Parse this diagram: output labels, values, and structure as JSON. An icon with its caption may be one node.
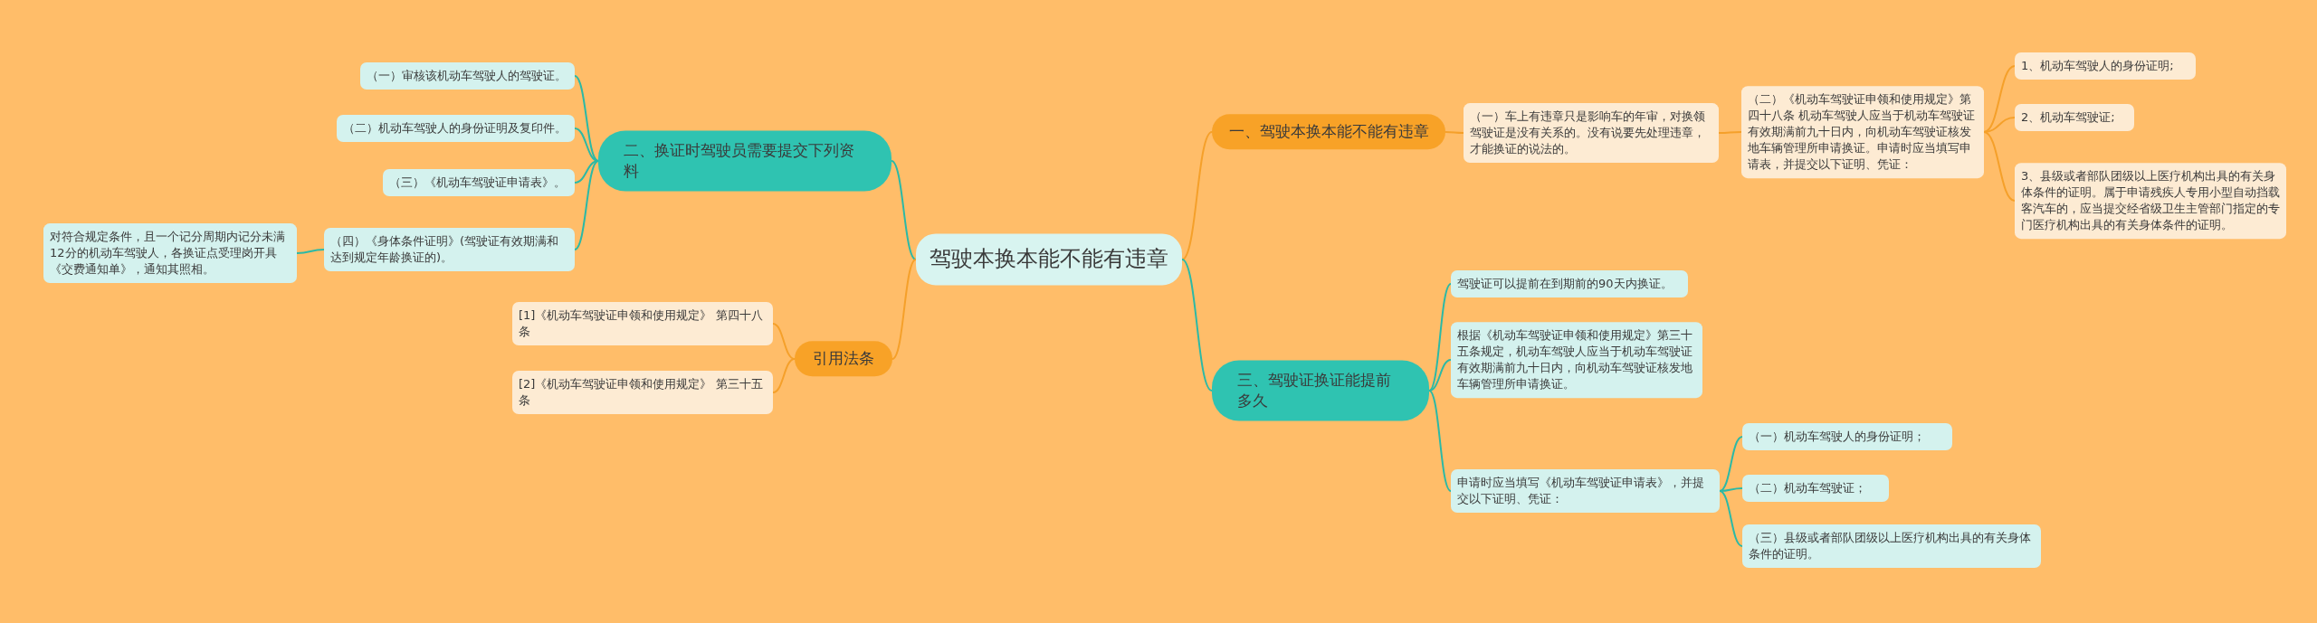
{
  "diagram": {
    "nodes": [
      {
        "text": [
          "驾驶本换本能不能有违章"
        ]
      },
      {
        "text": [
          "一、驾驶本换本能不能有违章"
        ]
      },
      {
        "text": [
          "（一）车上有违章只是影响车的年审，对换领驾驶证是没有关系的。没有说要先处理违章，才能换证的说法的。"
        ]
      },
      {
        "text": [
          "（二）《机动车驾驶证申领和使用规定》第四十八条 机动车驾驶人应当于机动车驾驶证有效期满前九十日内，向机动车驾驶证核发地车辆管理所申请换证。申请时应当填写申请表，并提交以下证明、凭证："
        ]
      },
      {
        "text": [
          "1、机动车驾驶人的身份证明;"
        ]
      },
      {
        "text": [
          "2、机动车驾驶证;"
        ]
      },
      {
        "text": [
          "3、县级或者部队团级以上医疗机构出具的有关身体条件的证明。属于申请残疾人专用小型自动挡载客汽车的，应当提交经省级卫生主管部门指定的专门医疗机构出具的有关身体条件的证明。"
        ]
      },
      {
        "text": [
          "二、换证时驾驶员需要提交下列资料"
        ]
      },
      {
        "text": [
          "（一）审核该机动车驾驶人的驾驶证。"
        ]
      },
      {
        "text": [
          "（二）机动车驾驶人的身份证明及复印件。"
        ]
      },
      {
        "text": [
          "（三）《机动车驾驶证申请表》。"
        ]
      },
      {
        "text": [
          "（四）《身体条件证明》(驾驶证有效期满和达到规定年龄换证的)。"
        ]
      },
      {
        "text": [
          "对符合规定条件，且一个记分周期内记分未满12分的机动车驾驶人，各换证点受理岗开具《交费通知单》，通知其照相。"
        ]
      },
      {
        "text": [
          "引用法条"
        ]
      },
      {
        "text": [
          "[1]《机动车驾驶证申领和使用规定》 第四十八条"
        ]
      },
      {
        "text": [
          "[2]《机动车驾驶证申领和使用规定》 第三十五条"
        ]
      },
      {
        "text": [
          "三、驾驶证换证能提前多久"
        ]
      },
      {
        "text": [
          "驾驶证可以提前在到期前的90天内换证。"
        ]
      },
      {
        "text": [
          "根据《机动车驾驶证申领和使用规定》第三十五条规定，机动车驾驶人应当于机动车驾驶证有效期满前九十日内，向机动车驾驶证核发地车辆管理所申请换证。"
        ]
      },
      {
        "text": [
          "申请时应当填写《机动车驾驶证申请表》，并提交以下证明、凭证："
        ]
      },
      {
        "text": [
          "（一）机动车驾驶人的身份证明；"
        ]
      },
      {
        "text": [
          "（二）机动车驾驶证；"
        ]
      },
      {
        "text": [
          "（三）县级或者部队团级以上医疗机构出具的有关身体条件的证明。"
        ]
      }
    ],
    "edges": [
      {
        "from": 0,
        "to": 1,
        "arrow": "none",
        "color": "#f5a02a"
      },
      {
        "from": 1,
        "to": 2,
        "arrow": "none",
        "color": "#f5a02a"
      },
      {
        "from": 2,
        "to": 3,
        "arrow": "none",
        "color": "#f5a02a"
      },
      {
        "from": 3,
        "to": 4,
        "arrow": "none",
        "color": "#f5a02a"
      },
      {
        "from": 3,
        "to": 5,
        "arrow": "none",
        "color": "#f5a02a"
      },
      {
        "from": 3,
        "to": 6,
        "arrow": "none",
        "color": "#f5a02a"
      },
      {
        "from": 0,
        "to": 7,
        "arrow": "none"
      },
      {
        "from": 7,
        "to": 8,
        "arrow": "none"
      },
      {
        "from": 7,
        "to": 9,
        "arrow": "none"
      },
      {
        "from": 7,
        "to": 10,
        "arrow": "none"
      },
      {
        "from": 7,
        "to": 11,
        "arrow": "none"
      },
      {
        "from": 11,
        "to": 12,
        "arrow": "none"
      },
      {
        "from": 0,
        "to": 13,
        "arrow": "none",
        "color": "#f5a02a"
      },
      {
        "from": 13,
        "to": 14,
        "arrow": "none",
        "color": "#f5a02a"
      },
      {
        "from": 13,
        "to": 15,
        "arrow": "none",
        "color": "#f5a02a"
      },
      {
        "from": 0,
        "to": 16,
        "arrow": "none"
      },
      {
        "from": 16,
        "to": 17,
        "arrow": "none"
      },
      {
        "from": 16,
        "to": 18,
        "arrow": "none"
      },
      {
        "from": 16,
        "to": 19,
        "arrow": "none"
      },
      {
        "from": 19,
        "to": 20,
        "arrow": "none"
      },
      {
        "from": 19,
        "to": 21,
        "arrow": "none"
      },
      {
        "from": 19,
        "to": 22,
        "arrow": "none"
      }
    ]
  }
}
